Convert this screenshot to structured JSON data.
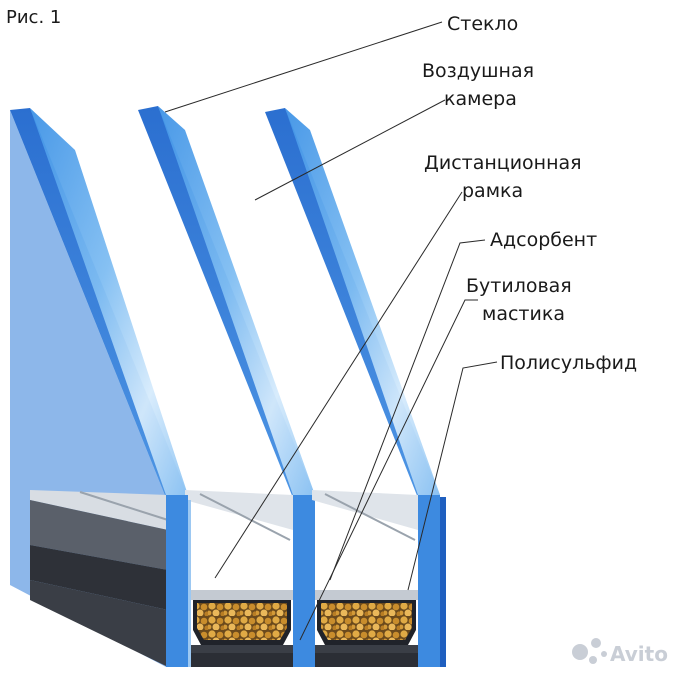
{
  "figure_label": "Рис. 1",
  "labels": {
    "glass": "Стекло",
    "air_chamber_1": "Воздушная",
    "air_chamber_2": "камера",
    "spacer_1": "Дистанционная",
    "spacer_2": "рамка",
    "adsorbent": "Адсорбент",
    "butyl_1": "Бутиловая",
    "butyl_2": "мастика",
    "polysulfide": "Полисульфид"
  },
  "watermark": "Avito",
  "colors": {
    "glass_face": "#5aa8ec",
    "glass_face_light": "#cfe6fb",
    "glass_edge": "#2d74d6",
    "frame_top": "#d5dbe2",
    "frame_side": "#4a4f58",
    "sealant": "#2b2e35",
    "desiccant": "#d9a544"
  }
}
